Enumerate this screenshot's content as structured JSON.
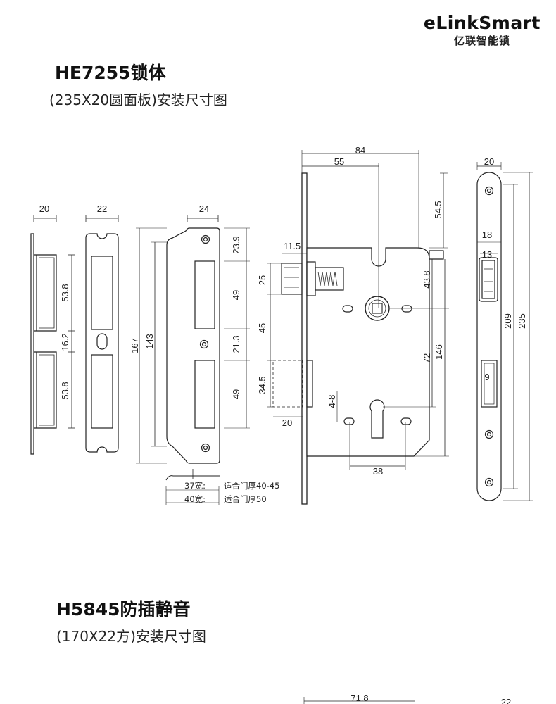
{
  "brand": {
    "name": "eLinkSmart",
    "subtitle": "亿联智能锁"
  },
  "section1": {
    "title": "HE7255锁体",
    "subtitle": "(235X20圆面板)安装尺寸图",
    "dims": {
      "edge_width": "20",
      "plate_width": "22",
      "strike_width": "24",
      "body_depth": "84",
      "backset": "55",
      "face_width": "20",
      "h_54_5": "54.5",
      "h_23_9": "23.9",
      "h_11_5": "11.5",
      "h_18": "18",
      "h_13": "13",
      "h_53_8_top": "53.8",
      "h_16_2": "16.2",
      "h_53_8_bot": "53.8",
      "h_167": "167",
      "h_143": "143",
      "h_49_top": "49",
      "h_21_3": "21.3",
      "h_49_bot": "49",
      "h_25": "25",
      "h_45": "45",
      "h_34_5": "34.5",
      "w_20_bolt": "20",
      "h_43_8": "43.8",
      "h_72": "72",
      "h_146": "146",
      "h_4_8": "4-8",
      "w_38": "38",
      "h_209": "209",
      "h_235": "235",
      "w_9": "9"
    },
    "notes": [
      {
        "size": "37宽:",
        "text": "适合门厚40-45"
      },
      {
        "size": "40宽:",
        "text": "适合门厚50"
      }
    ]
  },
  "section2": {
    "title": "H5845防插静音",
    "subtitle": "(170X22方)安装尺寸图",
    "dims": {
      "w_71_8": "71.8",
      "w_22": "22"
    }
  }
}
